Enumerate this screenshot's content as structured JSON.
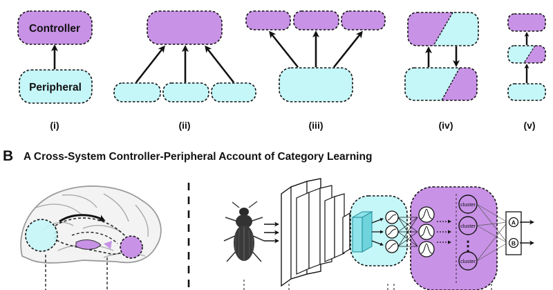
{
  "colors": {
    "controller": "#c892e6",
    "peripheral": "#c5f6f8",
    "stroke": "#111111",
    "brain_fill": "#f3f3f3",
    "brain_lines": "#9a9a9a"
  },
  "panel_a": {
    "controller_label": "Controller",
    "peripheral_label": "Peripheral",
    "roman_labels": [
      "(i)",
      "(ii)",
      "(iii)",
      "(iv)",
      "(v)"
    ]
  },
  "panel_b": {
    "letter": "B",
    "title": "A Cross-System Controller-Peripheral Account of Category Learning",
    "cluster_label": "cluster",
    "output_labels": [
      "A",
      "B"
    ],
    "ellipsis": "⋮"
  }
}
